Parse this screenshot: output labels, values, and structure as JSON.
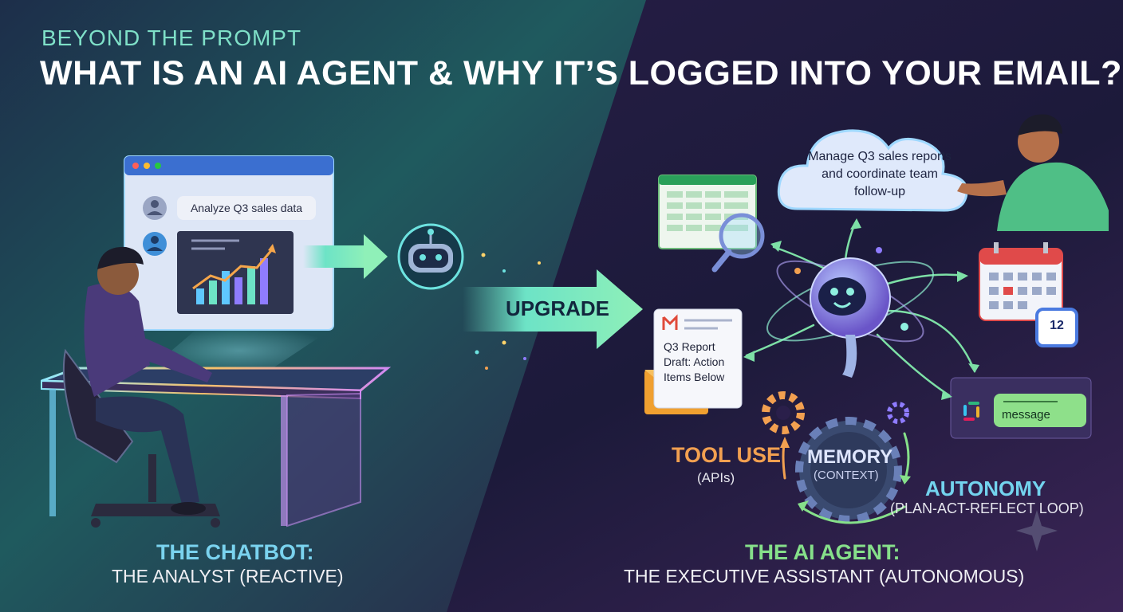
{
  "header": {
    "kicker": "BEYOND THE PROMPT",
    "headline": "WHAT IS AN AI AGENT & WHY IT’S LOGGED INTO YOUR EMAIL?"
  },
  "chatbot": {
    "user_prompt": "Analyze Q3 sales data",
    "title": "THE CHATBOT:",
    "subtitle": "THE ANALYST (REACTIVE)"
  },
  "transition": {
    "label": "UPGRADE"
  },
  "agent": {
    "goal": "Manage Q3 sales reports and coordinate team follow-up",
    "email_draft": "Q3 Report Draft: Action Items Below",
    "chat_message": "message",
    "calendar_day": "12",
    "tool_use": {
      "title": "TOOL USE",
      "subtitle": "(APIs)"
    },
    "memory": {
      "title": "MEMORY",
      "subtitle": "(CONTEXT)"
    },
    "autonomy": {
      "title": "AUTONOMY",
      "subtitle": "(PLAN-ACT-REFLECT LOOP)"
    },
    "title": "THE AI AGENT:",
    "subtitle": "THE EXECUTIVE ASSISTANT (AUTONOMOUS)"
  },
  "colors": {
    "left_bg": "#1f5a5e",
    "right_bg": "#2a1f4a",
    "accent_teal": "#7fe0c8",
    "accent_orange": "#f2a050",
    "accent_green": "#86e08a",
    "accent_blue": "#73d3ee"
  }
}
